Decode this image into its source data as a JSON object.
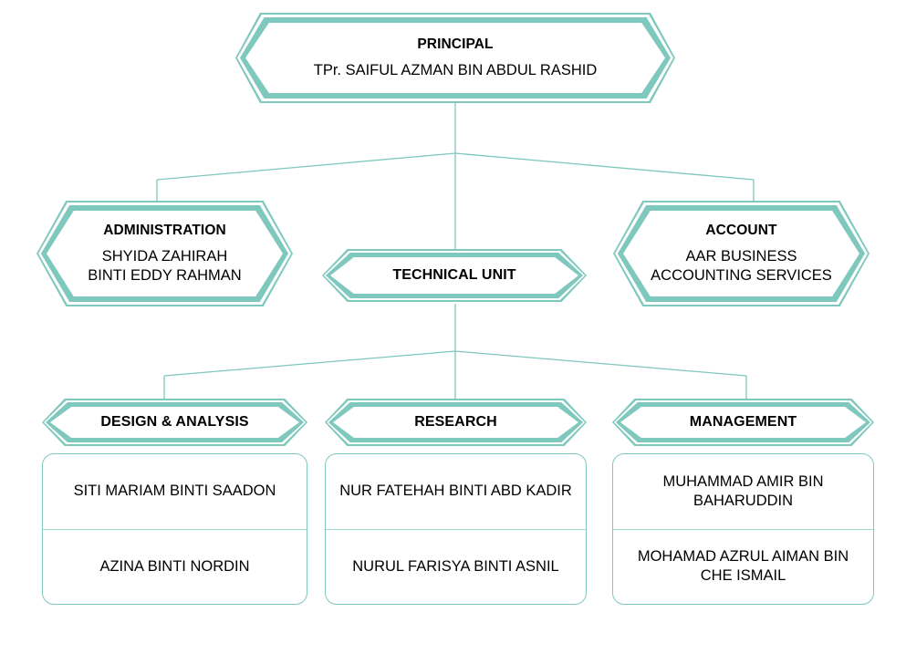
{
  "theme": {
    "accent": "#7ec8bd",
    "divider": "#9fd6cd",
    "text": "#000000",
    "background": "#ffffff"
  },
  "chart": {
    "type": "org-chart",
    "levels": [
      {
        "level": 1,
        "nodes": [
          {
            "id": "principal",
            "title": "PRINCIPAL",
            "subtitle": "TPr. SAIFUL AZMAN BIN ABDUL RASHID"
          }
        ]
      },
      {
        "level": 2,
        "nodes": [
          {
            "id": "administration",
            "title": "ADMINISTRATION",
            "subtitle": "SHYIDA ZAHIRAH\nBINTI EDDY RAHMAN"
          },
          {
            "id": "technical-unit",
            "title": "TECHNICAL UNIT",
            "subtitle": ""
          },
          {
            "id": "account",
            "title": "ACCOUNT",
            "subtitle": "AAR BUSINESS\nACCOUNTING SERVICES"
          }
        ]
      },
      {
        "level": 3,
        "nodes": [
          {
            "id": "design-analysis",
            "title": "DESIGN & ANALYSIS",
            "members": [
              "SITI MARIAM BINTI SAADON",
              "AZINA BINTI NORDIN"
            ]
          },
          {
            "id": "research",
            "title": "RESEARCH",
            "members": [
              "NUR FATEHAH BINTI ABD KADIR",
              "NURUL FARISYA BINTI ASNIL"
            ]
          },
          {
            "id": "management",
            "title": "MANAGEMENT",
            "members": [
              "MUHAMMAD AMIR BIN BAHARUDDIN",
              "MOHAMAD AZRUL AIMAN BIN CHE ISMAIL"
            ]
          }
        ]
      }
    ]
  },
  "nodes": {
    "principal": {
      "title": "PRINCIPAL",
      "subtitle": "TPr. SAIFUL AZMAN BIN ABDUL RASHID"
    },
    "administration": {
      "title": "ADMINISTRATION",
      "subtitle_line1": "SHYIDA ZAHIRAH",
      "subtitle_line2": "BINTI EDDY RAHMAN"
    },
    "technical_unit": {
      "title": "TECHNICAL UNIT"
    },
    "account": {
      "title": "ACCOUNT",
      "subtitle_line1": "AAR BUSINESS",
      "subtitle_line2": "ACCOUNTING SERVICES"
    },
    "design_analysis": {
      "title": "DESIGN & ANALYSIS",
      "member1": "SITI MARIAM BINTI SAADON",
      "member2": "AZINA BINTI NORDIN"
    },
    "research": {
      "title": "RESEARCH",
      "member1": "NUR FATEHAH BINTI ABD KADIR",
      "member2": "NURUL FARISYA BINTI ASNIL"
    },
    "management": {
      "title": "MANAGEMENT",
      "member1": "MUHAMMAD AMIR BIN BAHARUDDIN",
      "member2": "MOHAMAD AZRUL AIMAN BIN CHE ISMAIL"
    }
  }
}
